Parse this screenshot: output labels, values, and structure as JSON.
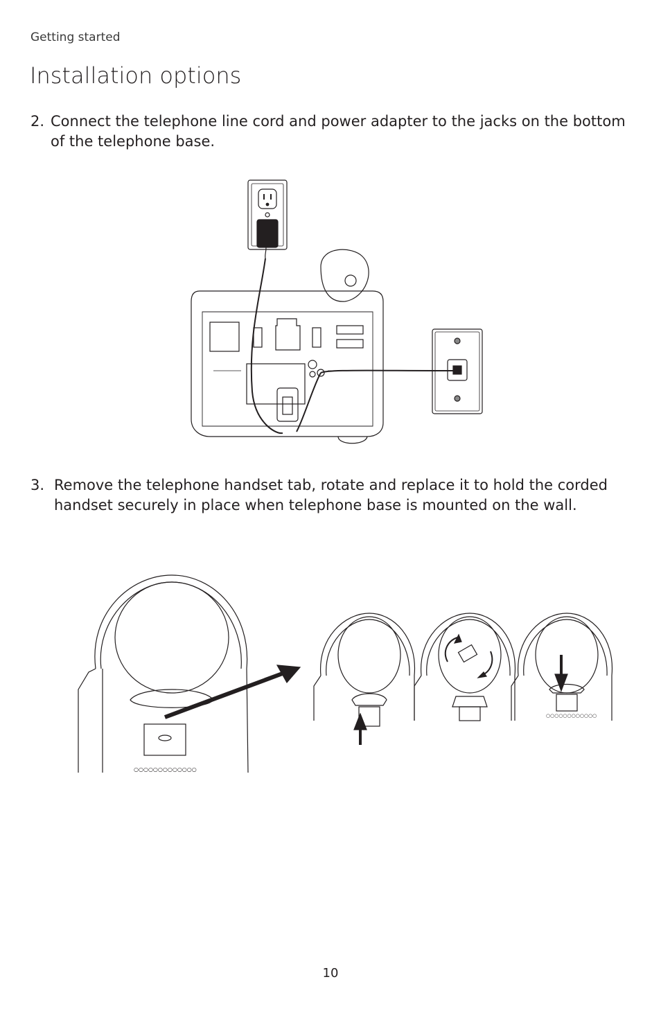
{
  "header": {
    "section": "Getting started",
    "title": "Installation options"
  },
  "steps": [
    {
      "number": "2.",
      "text": "Connect the telephone line cord and power adapter to the jacks on the bottom of the telephone base."
    },
    {
      "number": "3.",
      "text": "Remove the telephone handset tab, rotate and replace it to hold the corded handset securely in place when telephone base is mounted on the wall."
    }
  ],
  "figures": {
    "connection": {
      "icons": [
        "power-outlet-icon",
        "power-adapter-icon",
        "telephone-base-bottom-icon",
        "wall-phone-jack-icon",
        "line-cord-icon"
      ]
    },
    "handset_tab": {
      "icons": [
        "handset-cradle-icon",
        "pointer-arrow-icon",
        "up-arrow-icon",
        "rotate-arrows-icon",
        "down-arrow-icon"
      ]
    }
  },
  "footer": {
    "page_number": "10"
  }
}
